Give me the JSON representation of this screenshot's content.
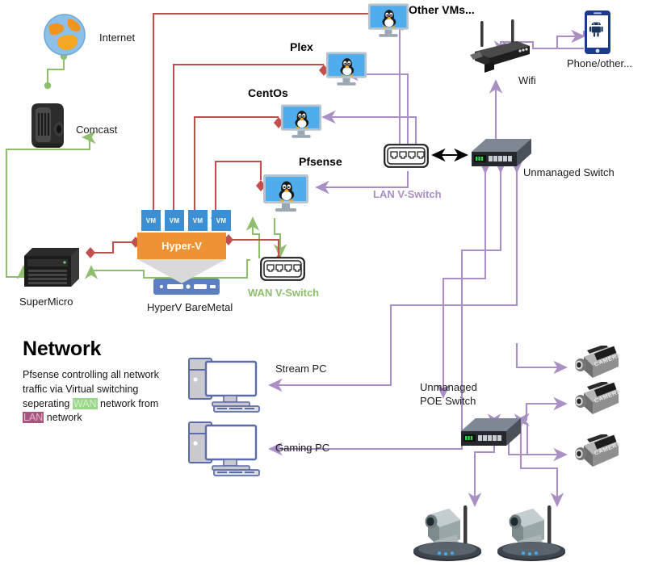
{
  "diagram": {
    "title": "Network",
    "description_parts": {
      "p1": "Pfsense controlling all network traffic via Virtual switching seperating ",
      "wan": "WAN",
      "p2": " network from ",
      "lan": "LAN",
      "p3": " network"
    }
  },
  "colors": {
    "wan_link": "#8fbf6e",
    "lan_link": "#a98fc4",
    "vm_link": "#c0504d",
    "switch_link": "#000000",
    "vm_box": "#3d8fd1",
    "hyperv_box": "#ef9234",
    "wan_label": "#8fbf6e",
    "lan_label": "#a98fc4",
    "wan_highlight": "#9ad78b",
    "lan_highlight": "#a9537f"
  },
  "nodes": {
    "internet": {
      "label": "Internet",
      "icon": "globe-icon"
    },
    "comcast": {
      "label": "Comcast",
      "icon": "cable-modem-icon"
    },
    "supermicro": {
      "label": "SuperMicro",
      "icon": "server-tower-icon"
    },
    "hyperv_baremetal": {
      "label": "HyperV BareMetal",
      "icon": "rack-server-icon"
    },
    "hyperv": {
      "label": "Hyper-V",
      "vm_label": "VM",
      "vm_count": 4,
      "vms": [
        "VM",
        "VM",
        "VM",
        "VM"
      ]
    },
    "wan_vswitch": {
      "label": "WAN V-Switch",
      "icon": "vswitch-ports-icon"
    },
    "lan_vswitch": {
      "label": "LAN V-Switch",
      "icon": "vswitch-ports-icon"
    },
    "pfsense": {
      "label": "Pfsense",
      "icon": "linux-vm-monitor-icon"
    },
    "centos": {
      "label": "CentOs",
      "icon": "linux-vm-monitor-icon"
    },
    "plex": {
      "label": "Plex",
      "icon": "linux-vm-monitor-icon"
    },
    "other_vms": {
      "label": "Other VMs...",
      "icon": "linux-vm-monitor-icon"
    },
    "wifi": {
      "label": "Wifi",
      "icon": "wireless-router-icon"
    },
    "phone": {
      "label": "Phone/other...",
      "icon": "android-phone-icon"
    },
    "unmanaged_switch": {
      "label": "Unmanaged Switch",
      "icon": "network-switch-icon"
    },
    "unmanaged_poe_switch": {
      "label": "Unmanaged\nPOE Switch",
      "label_line1": "Unmanaged",
      "label_line2": "POE Switch",
      "icon": "network-switch-icon"
    },
    "stream_pc": {
      "label": "Stream PC",
      "icon": "desktop-pc-icon"
    },
    "gaming_pc": {
      "label": "Gaming PC",
      "icon": "desktop-pc-icon"
    },
    "bullet_camera_1": {
      "label": "CAMERA",
      "icon": "bullet-camera-icon"
    },
    "bullet_camera_2": {
      "label": "CAMERA",
      "icon": "bullet-camera-icon"
    },
    "bullet_camera_3": {
      "label": "CAMERA",
      "icon": "bullet-camera-icon"
    },
    "ptz_camera_1": {
      "label": "",
      "icon": "ptz-camera-icon"
    },
    "ptz_camera_2": {
      "label": "",
      "icon": "ptz-camera-icon"
    }
  }
}
